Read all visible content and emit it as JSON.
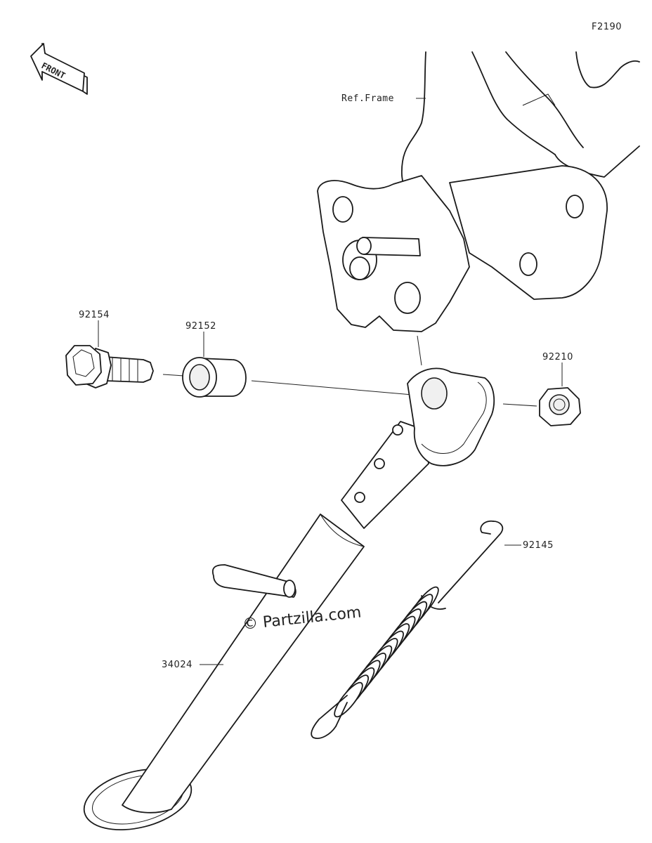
{
  "diagram": {
    "code": "F2190",
    "front_label": "FRONT",
    "ref_frame_label": "Ref.Frame",
    "watermark": "© Partzilla.com",
    "parts": [
      {
        "number": "92154",
        "name": "bolt"
      },
      {
        "number": "92152",
        "name": "collar"
      },
      {
        "number": "92210",
        "name": "nut"
      },
      {
        "number": "92145",
        "name": "spring"
      },
      {
        "number": "34024",
        "name": "side-stand"
      }
    ]
  }
}
